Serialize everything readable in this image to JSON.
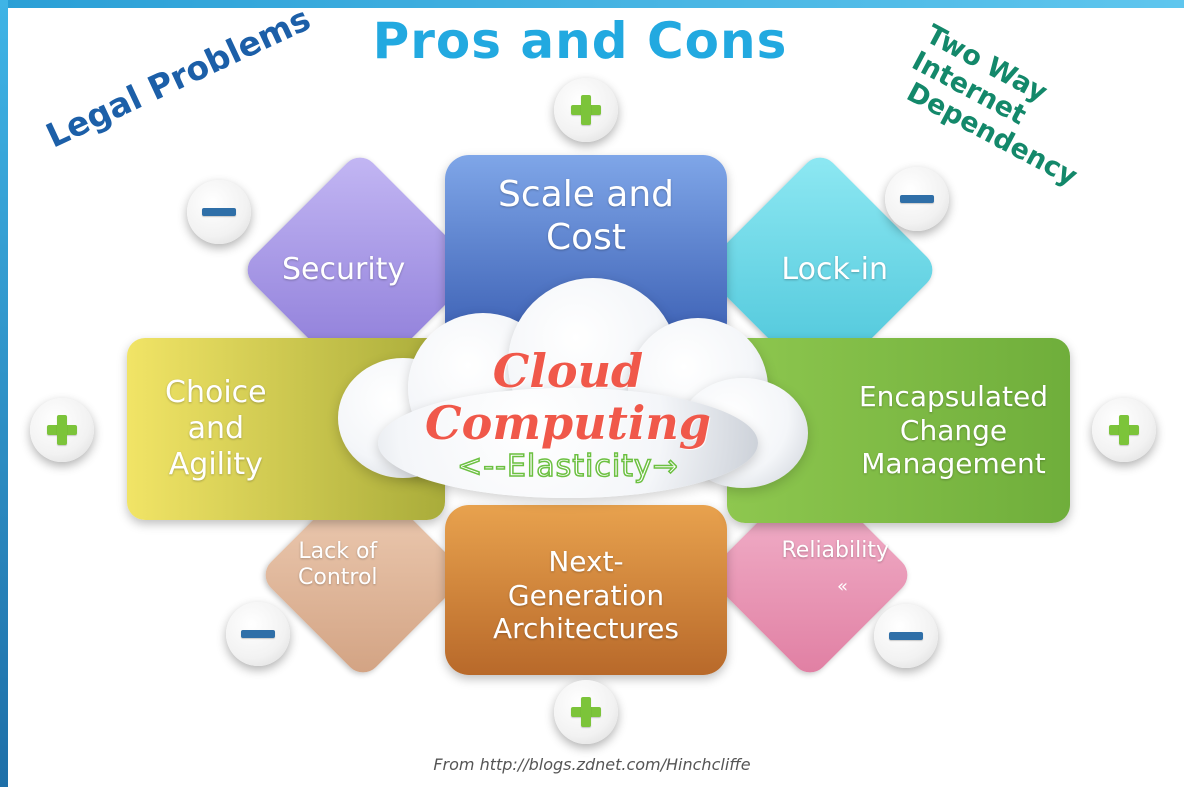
{
  "title": "Pros and Cons",
  "notes": {
    "legal": "Legal Problems",
    "two_way_line1": "Two Way Internet",
    "two_way_line2": "Dependency"
  },
  "center": {
    "title_line1": "Cloud",
    "title_line2": "Computing",
    "subtitle": "<--Elasticity→"
  },
  "pros": {
    "top": "Scale and\nCost",
    "left": "Choice\nand\nAgility",
    "right": "Encapsulated\nChange\nManagement",
    "bottom": "Next-\nGeneration\nArchitectures"
  },
  "cons": {
    "top_left": "Security",
    "top_right": "Lock-in",
    "bottom_left": "Lack of\nControl",
    "bottom_right": "Reliability"
  },
  "stray_mark": "«",
  "source": "From http://blogs.zdnet.com/Hinchcliffe",
  "colors": {
    "title": "#22a9e0",
    "plus": "#7cc43a",
    "minus": "#2f6fa8",
    "cloud_title": "#f0584a",
    "elasticity": "#6cc041"
  }
}
